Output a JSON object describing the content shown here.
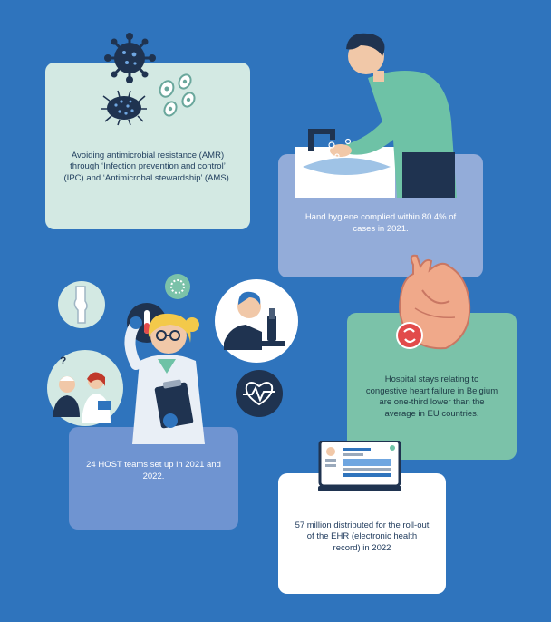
{
  "cards": {
    "amr": "Avoiding antimicrobial resistance (AMR) through ‘Infection prevention and control’ (IPC) and ‘Antimicrobal stewardship’ (AMS).",
    "hand_hygiene": "Hand hygiene complied within 80.4% of cases in 2021.",
    "heart_failure": "Hospital stays relating to congestive heart failure in Belgium are one-third lower than the average in EU countries.",
    "host_teams": "24 HOST teams set up in 2021 and 2022.",
    "ehr": "57 million distributed for the roll-out of the EHR (electronic health record) in 2022"
  },
  "colors": {
    "background": "#2f74bd",
    "card_mint": "#d3e9e3",
    "card_lavender": "#93acd9",
    "card_green": "#7bc2a9",
    "card_blue": "#6f94d1",
    "card_white": "#ffffff"
  },
  "icons": [
    "virus-icon",
    "bacteria-icon",
    "cells-icon",
    "handwashing-illustration",
    "heart-illustration",
    "scientist-illustration",
    "microscope-icon",
    "heartbeat-icon",
    "knee-icon",
    "doctor-patient-icon",
    "laptop-ehr-icon"
  ]
}
